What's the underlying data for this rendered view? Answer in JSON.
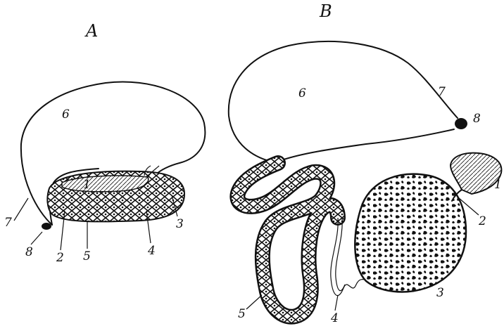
{
  "panels": {
    "a": {
      "title": "A",
      "labels": {
        "l1": "1",
        "l2": "2",
        "l3": "3",
        "l4": "4",
        "l5": "5",
        "l6": "6",
        "l7": "7",
        "l8": "8"
      }
    },
    "b": {
      "title": "B",
      "labels": {
        "l1": "1",
        "l2": "2",
        "l3": "3",
        "l4": "4",
        "l5": "5",
        "l6": "6",
        "l7": "7",
        "l8": "8"
      }
    }
  }
}
